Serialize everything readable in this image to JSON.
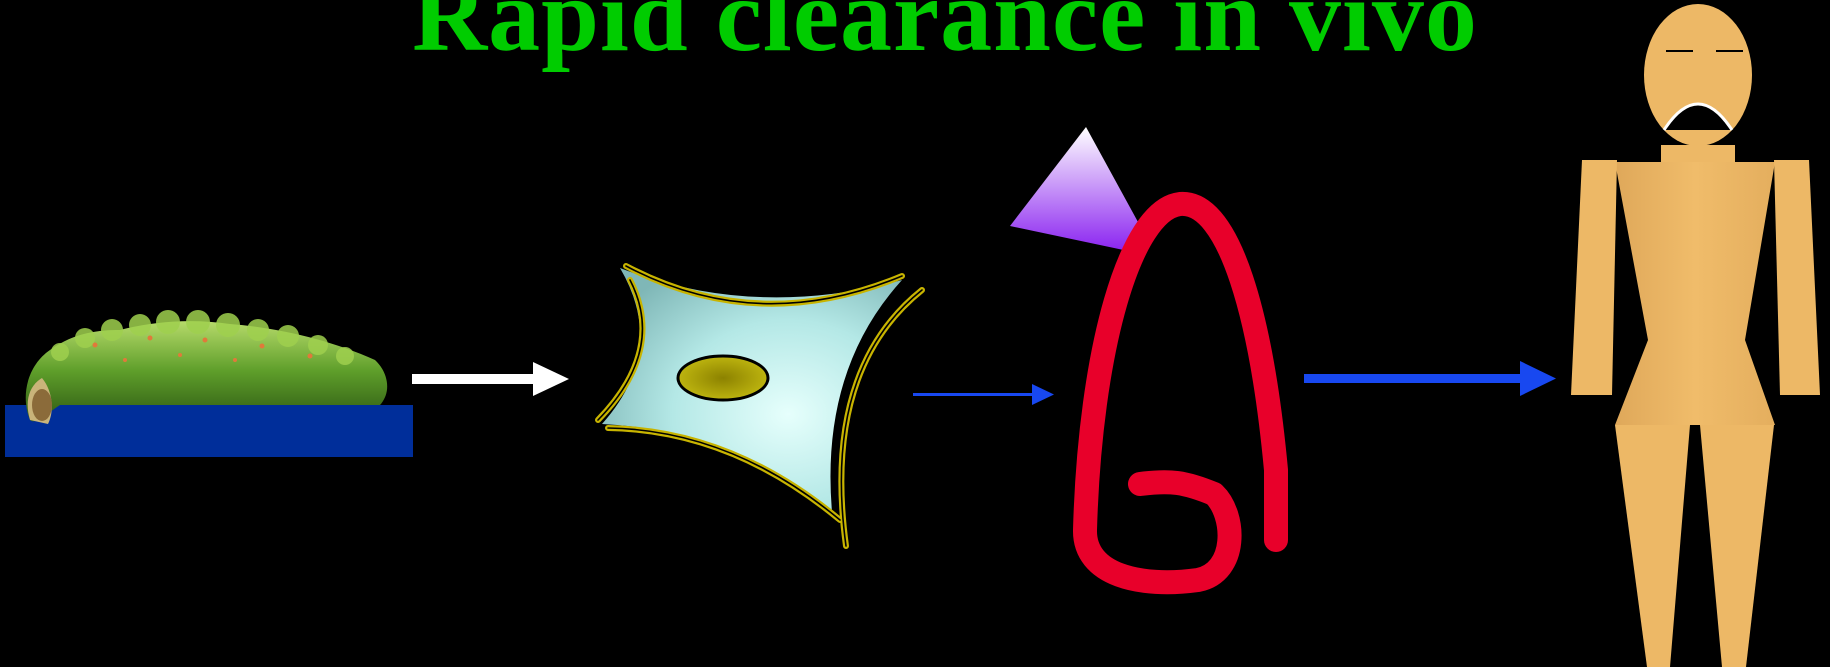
{
  "slide": {
    "title": "Rapid clearance in vivo",
    "background_color": "#000000",
    "title_color": "#00CC00"
  },
  "diagram": {
    "stages": [
      {
        "name": "caterpillar-on-bar",
        "icon": "caterpillar-icon"
      },
      {
        "name": "cell-with-nucleus",
        "icon": "cell-icon"
      },
      {
        "name": "antigen-and-red-loop-molecule",
        "icon": "molecule-icon"
      },
      {
        "name": "sad-human-figure",
        "icon": "sad-person-icon"
      }
    ],
    "arrows": [
      {
        "from": "caterpillar-on-bar",
        "to": "cell-with-nucleus",
        "color": "#FFFFFF"
      },
      {
        "from": "cell-with-nucleus",
        "to": "antigen-and-red-loop-molecule",
        "color": "#1848F0"
      },
      {
        "from": "antigen-and-red-loop-molecule",
        "to": "sad-human-figure",
        "color": "#1848F0"
      }
    ],
    "colors": {
      "caterpillar_green": "#5FA02A",
      "base_bar_blue": "#002E9A",
      "cell_fill": "#AEE8E8",
      "cell_outline": "#C8B400",
      "nucleus_fill": "#A9A000",
      "triangle_top": "#FFFFFF",
      "triangle_bottom": "#8A2BE2",
      "loop_red": "#E8002A",
      "skin": "#EDB866"
    }
  }
}
